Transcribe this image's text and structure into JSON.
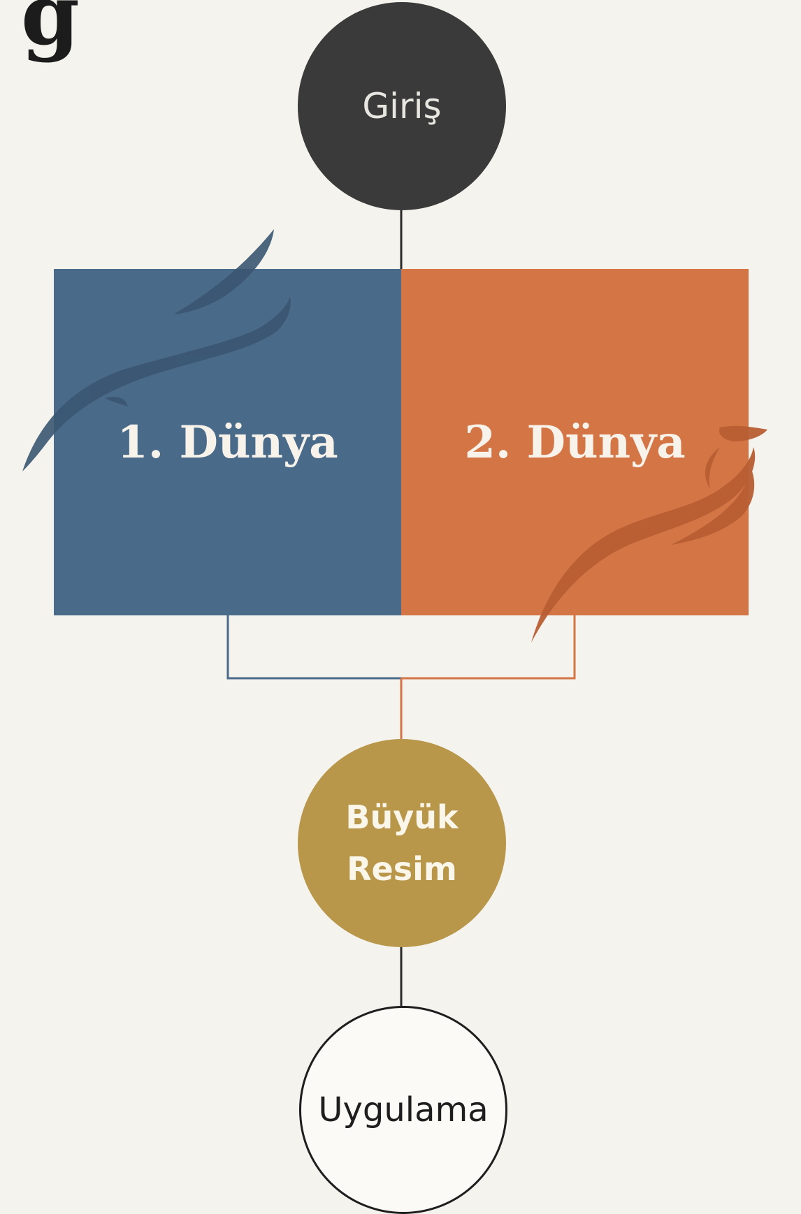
{
  "diagram": {
    "start_node": {
      "label": "Giriş"
    },
    "world_1": {
      "label": "1. Dünya"
    },
    "world_2": {
      "label": "2. Dünya"
    },
    "synthesis_node": {
      "label": "Büyük\nResim"
    },
    "end_node": {
      "label": "Uygulama"
    }
  },
  "colors": {
    "background": "#f5f3ee",
    "start_node": "#3a3a3a",
    "world_1": "#4a6a8a",
    "world_2": "#d37545",
    "synthesis_node": "#b8974b",
    "end_node_border": "#1e1e1e",
    "connector_left": "#4a6a8a",
    "connector_right": "#d37545",
    "connector_main": "#2a2a2a"
  }
}
